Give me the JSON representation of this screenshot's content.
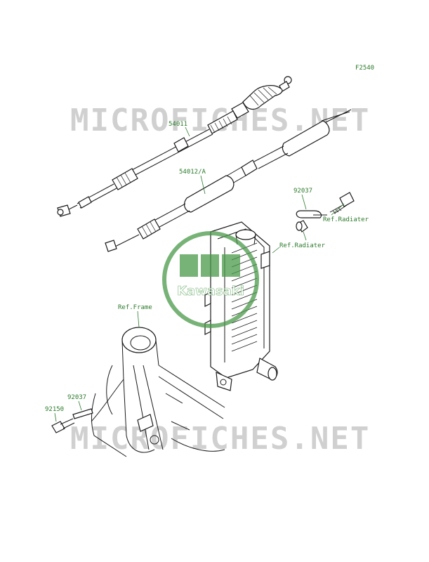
{
  "diagram_code": "F2540",
  "watermark_text": "MICROFICHES.NET",
  "brand": {
    "name": "Kawasaki",
    "color": "#2b7a2b"
  },
  "labels": {
    "part_54011": "54011",
    "part_54012a": "54012/A",
    "part_92037_top": "92037",
    "ref_radiator_1": "Ref.Radiater",
    "ref_radiator_2": "Ref.Radiater",
    "ref_frame": "Ref.Frame",
    "part_92037_bottom": "92037",
    "part_92150": "92150"
  }
}
